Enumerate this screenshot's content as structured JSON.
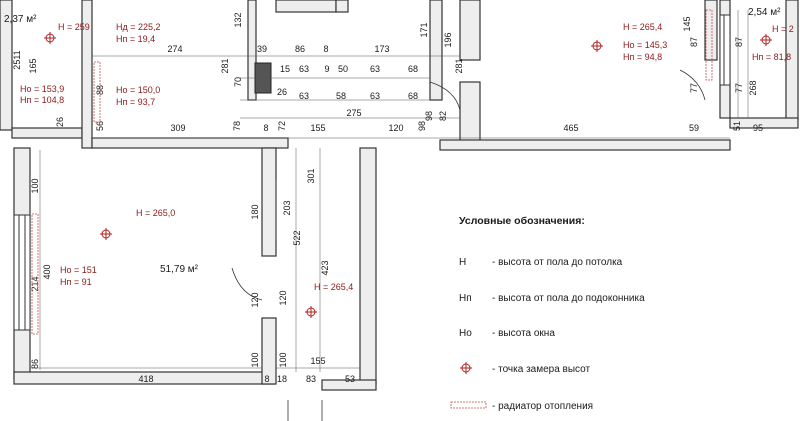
{
  "legend": {
    "title": "Условные обозначения:",
    "items": [
      {
        "symbol": "H",
        "text": "- высота от пола до потолка"
      },
      {
        "symbol": "Hп",
        "text": "- высота от пола до подоконника"
      },
      {
        "symbol": "Hо",
        "text": "- высота окна"
      },
      {
        "symbol": "marker",
        "text": "- точка замера высот"
      },
      {
        "symbol": "radiator",
        "text": "- радиатор отопления"
      }
    ]
  },
  "rooms": {
    "top_left": {
      "area": "2,37 м²",
      "height": "H = 259",
      "window_h": "Hо = 153,9",
      "sill_h": "Hп = 104,8"
    },
    "top_mid": {
      "window_h": "Hд = 225,2",
      "sill_h": "Hп = 19,4",
      "window_h2": "Hо = 150,0",
      "sill_h2": "Hп = 93,7"
    },
    "top_right": {
      "height": "H = 265,4",
      "window_h": "Hо = 145,3",
      "sill_h": "Hп = 94,8"
    },
    "far_right": {
      "area": "2,54 м²",
      "height": "H = 2",
      "sill_h": "Hп = 81,8"
    },
    "main": {
      "area": "51,79 м²",
      "height": "H = 265,0",
      "window_h": "Hо = 151",
      "sill_h": "Hп = 91"
    },
    "corridor": {
      "height": "H = 265,4"
    }
  },
  "dimensions": {
    "top_row": [
      "274",
      "39",
      "86",
      "8",
      "173"
    ],
    "mid_row1": [
      "15",
      "63",
      "9",
      "50",
      "63",
      "68"
    ],
    "mid_row2": [
      "26",
      "63",
      "58",
      "63",
      "68"
    ],
    "mid_row3": [
      "275"
    ],
    "bottom_row": [
      "309",
      "78",
      "8",
      "72",
      "155",
      "120",
      "98",
      "465",
      "59",
      "51",
      "95"
    ],
    "left_col": [
      "2511",
      "165",
      "56",
      "88",
      "26"
    ],
    "verticals": [
      "132",
      "281",
      "70",
      "171",
      "196",
      "281",
      "145",
      "77",
      "87",
      "87",
      "77",
      "268",
      "82",
      "98"
    ],
    "main_room": [
      "100",
      "214",
      "400",
      "86",
      "418",
      "180",
      "203",
      "301",
      "522",
      "423",
      "120",
      "120",
      "100",
      "155",
      "18",
      "83",
      "53",
      "8",
      "100"
    ]
  },
  "colors": {
    "wall": "#4a4a4a",
    "wall_fill": "#f2f2f2",
    "red": "#8b1a1a",
    "marker": "#b22222",
    "radiator": "#c0504d"
  }
}
